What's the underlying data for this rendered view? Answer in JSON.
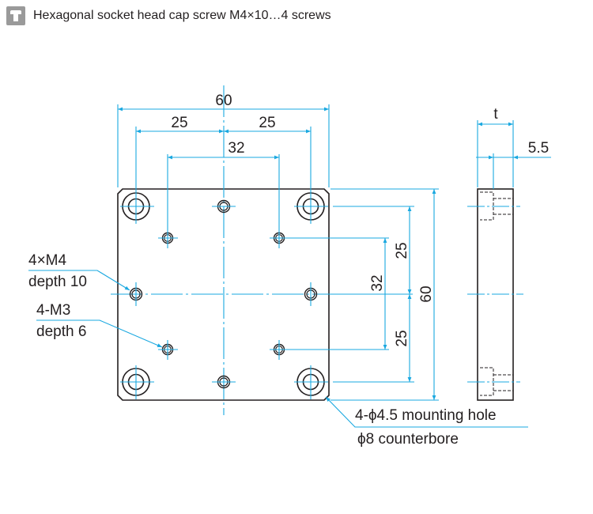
{
  "header": {
    "icon": "hex-socket-screw-icon",
    "text": "Hexagonal socket head cap screw M4×10…4 screws"
  },
  "drawing": {
    "colors": {
      "dimension": "#1aa8e0",
      "outline": "#231f20",
      "icon_bg": "#9a9a9a"
    },
    "top_dimensions": {
      "overall_width": "60",
      "left_pitch": "25",
      "right_pitch": "25",
      "inner_pitch": "32"
    },
    "right_dimensions": {
      "upper_pitch": "25",
      "lower_pitch": "25",
      "inner_pitch": "32",
      "overall_height": "60"
    },
    "side_view": {
      "thickness_label": "t",
      "counterbore_offset": "5.5"
    },
    "callouts": {
      "m4_line1": "4×M4",
      "m4_line2": "depth 10",
      "m3_line1": "4-M3",
      "m3_line2": "depth 6",
      "mount_line1": "4-ϕ4.5 mounting hole",
      "mount_line2": "ϕ8 counterbore"
    }
  }
}
